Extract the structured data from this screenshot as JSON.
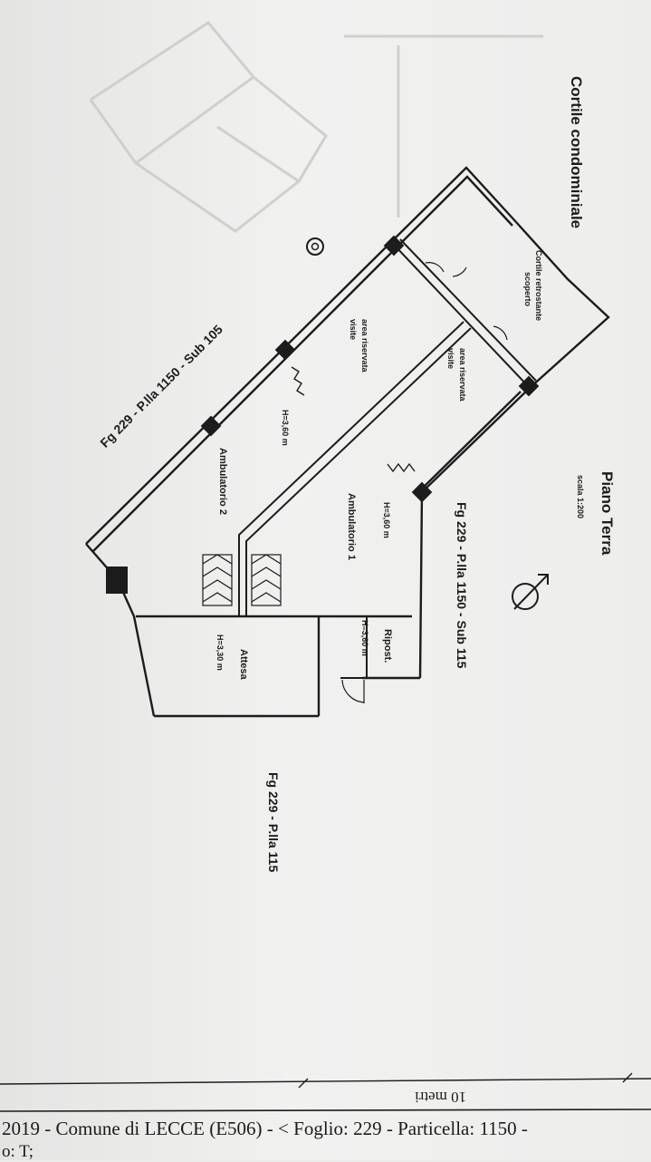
{
  "page_title": "Piano Terra",
  "scale": "scala 1:200",
  "courtyard_label": "Cortile condominiale",
  "rear_courtyard_label": "Cortile retrostante scoperto",
  "parcel_main": "Fg 229 - P.lla 1150 - Sub 115",
  "parcel_adjacent_sub": "Fg 229 - P.lla 1150 - Sub 105",
  "parcel_adjacent": "Fg 229 - P.lla 115",
  "rooms": {
    "ambulatorio_1": {
      "name": "Ambulatorio 1",
      "height": "H=3,60 m"
    },
    "ambulatorio_2": {
      "name": "Ambulatorio 2",
      "height": "H=3,60 m"
    },
    "attesa": {
      "name": "Attesa",
      "height": "H=3,30 m"
    },
    "ripost": {
      "name": "Ripost.",
      "height": "H=3,60 m"
    },
    "area_1": {
      "line1": "area riservata",
      "line2": "visite"
    },
    "area_2": {
      "line1": "area riservata",
      "line2": "visite"
    }
  },
  "scale_bar_label": "10 metri",
  "footer": {
    "line1": "2019 - Comune di LECCE (E506) - <  Foglio: 229 - Particella: 1150 -",
    "line2": "o: T;"
  },
  "colors": {
    "ink": "#1c1c1c",
    "paper": "#ededec",
    "faint": "#c9c9c8"
  },
  "icons": [
    "north-arrow-icon",
    "well-icon",
    "stair-icon",
    "radiator-icon",
    "column-icon"
  ]
}
